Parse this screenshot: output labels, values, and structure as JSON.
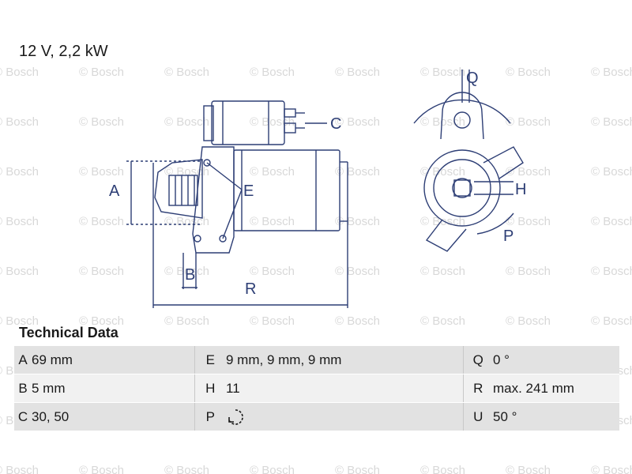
{
  "header": {
    "title": "12 V, 2,2 kW"
  },
  "watermark": {
    "text": "© Bosch"
  },
  "drawing": {
    "labels": {
      "A": "A",
      "B": "B",
      "C": "C",
      "E": "E",
      "H": "H",
      "P": "P",
      "Q": "Q",
      "R": "R"
    },
    "line_color": "#2d3e75"
  },
  "specs": {
    "title": "Technical Data",
    "rows": [
      [
        {
          "key": "A",
          "value": "69 mm"
        },
        {
          "key": "E",
          "value": "9 mm, 9 mm, 9 mm"
        },
        {
          "key": "Q",
          "value": "0 °"
        }
      ],
      [
        {
          "key": "B",
          "value": "5 mm"
        },
        {
          "key": "H",
          "value": "11"
        },
        {
          "key": "R",
          "value": "max. 241 mm"
        }
      ],
      [
        {
          "key": "C",
          "value": "30, 50"
        },
        {
          "key": "P",
          "value": "",
          "icon": "rotation-direction-icon"
        },
        {
          "key": "U",
          "value": "50 °"
        }
      ]
    ]
  }
}
